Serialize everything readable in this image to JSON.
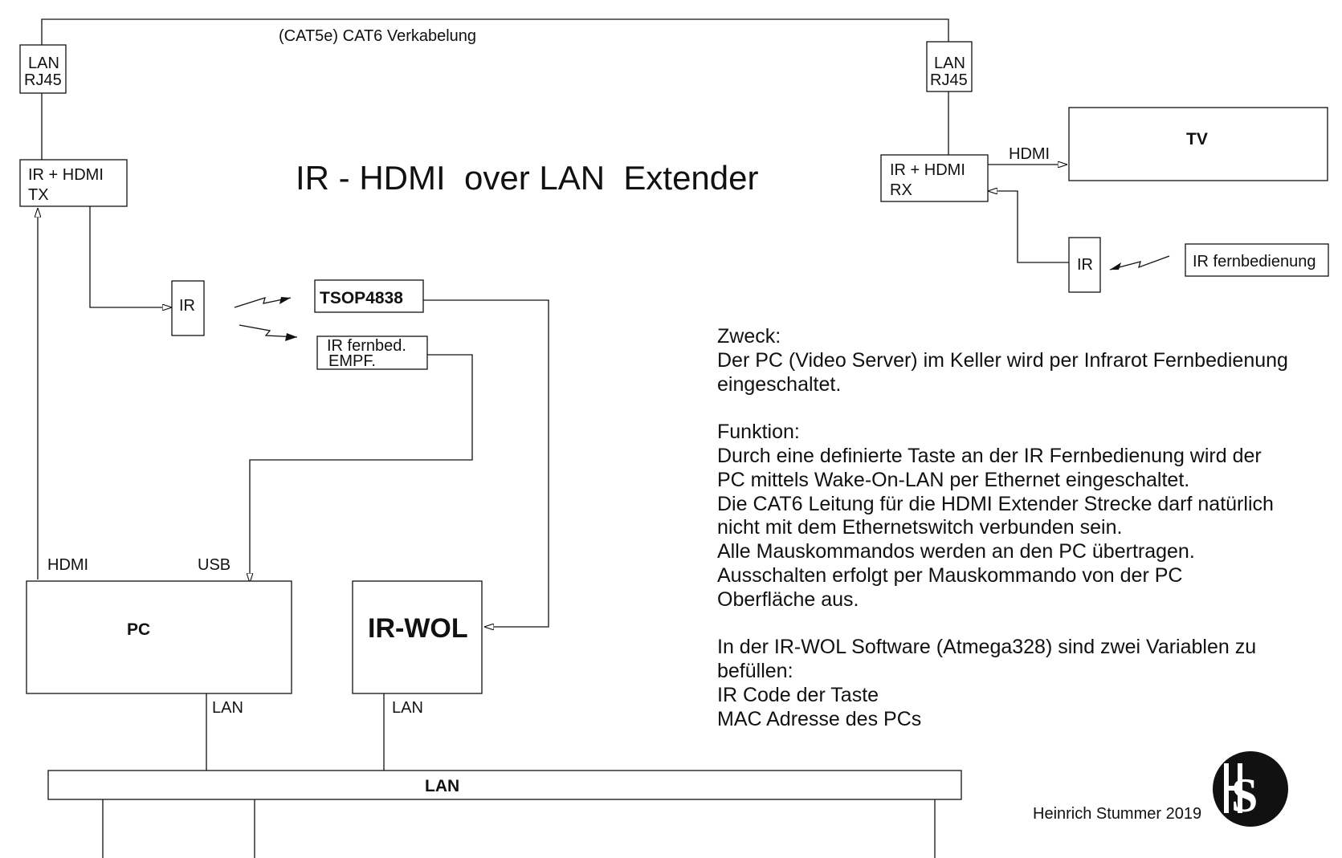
{
  "diagram": {
    "title": "IR - HDMI  over LAN  Extender",
    "cabling_label": "(CAT5e) CAT6 Verkabelung",
    "lan_jack_left": [
      "LAN",
      "RJ45"
    ],
    "lan_jack_right": [
      "LAN",
      "RJ45"
    ],
    "tx_unit": [
      "IR + HDMI",
      "TX"
    ],
    "rx_unit": [
      "IR + HDMI",
      "RX"
    ],
    "tv_label": "TV",
    "hdmi_rx_label": "HDMI",
    "ir_sensor_rx": "IR",
    "remote_control": "IR fernbedienung",
    "ir_emitter_tx": "IR",
    "tsop_label": "TSOP4838",
    "ir_receiver": [
      "IR fernbed.",
      "EMPF."
    ],
    "pc_hdmi_label": "HDMI",
    "pc_usb_label": "USB",
    "pc_label": "PC",
    "irwol_label": "IR-WOL",
    "pc_lan_label": "LAN",
    "irwol_lan_label": "LAN",
    "lan_bus_label": "LAN",
    "author": "Heinrich Stummer 2019",
    "logo_text": "HS"
  },
  "description": {
    "paragraphs": [
      [
        "Zweck:",
        "Der PC (Video Server) im Keller wird per Infrarot Fernbedienung",
        "eingeschaltet."
      ],
      [
        "Funktion:",
        "Durch eine definierte Taste an der IR Fernbedienung wird der",
        "PC mittels Wake-On-LAN per Ethernet eingeschaltet.",
        "Die CAT6 Leitung für die HDMI Extender Strecke darf natürlich",
        "nicht mit dem  Ethernetswitch verbunden sein.",
        "Alle Mauskommandos werden an den PC übertragen.",
        "Ausschalten erfolgt per Mauskommando von der PC",
        "Oberfläche aus."
      ],
      [
        "In der IR-WOL Software (Atmega328) sind zwei Variablen zu",
        "befüllen:",
        "IR Code der Taste",
        "MAC Adresse des PCs"
      ]
    ]
  }
}
